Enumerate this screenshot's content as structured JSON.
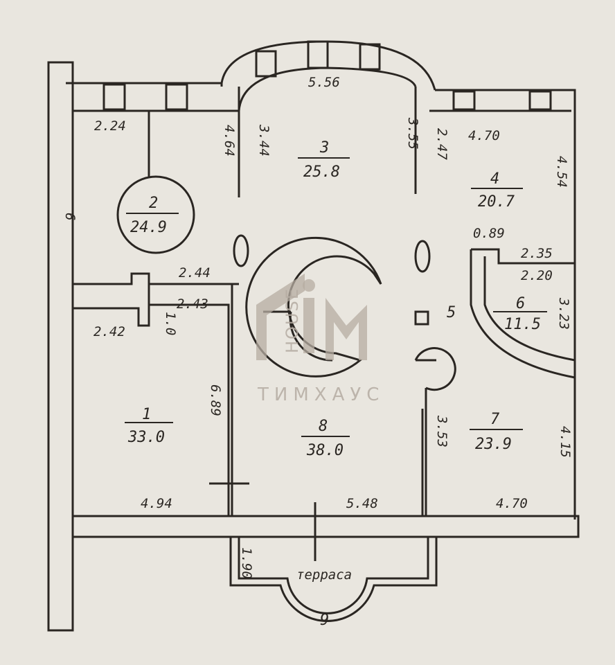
{
  "rooms": [
    {
      "number": "1",
      "area": "33.0"
    },
    {
      "number": "2",
      "area": "24.9"
    },
    {
      "number": "3",
      "area": "25.8"
    },
    {
      "number": "4",
      "area": "20.7"
    },
    {
      "number": "5",
      "area": ""
    },
    {
      "number": "6",
      "area": "11.5"
    },
    {
      "number": "7",
      "area": "23.9"
    },
    {
      "number": "8",
      "area": "38.0"
    },
    {
      "number": "9",
      "area": ""
    }
  ],
  "terrace_label": "терраса",
  "dimensions": {
    "d_556": "5.56",
    "d_224": "2.24",
    "d_464": "4.64",
    "d_344": "3.44",
    "d_355": "3.55",
    "d_247": "2.47",
    "d_470_top": "4.70",
    "d_454": "4.54",
    "d_089": "0.89",
    "d_235": "2.35",
    "d_220": "2.20",
    "d_323": "3.23",
    "d_244": "2.44",
    "d_243": "2.43",
    "d_242": "2.42",
    "d_10": "1.0",
    "d_689": "6.89",
    "d_353": "3.53",
    "d_415": "4.15",
    "d_494": "4.94",
    "d_548": "5.48",
    "d_470_bot": "4.70",
    "d_190": "1.90",
    "d_6": "6"
  },
  "watermark": {
    "logo": "TIM",
    "house": "HOUSE",
    "caption": "ТИМХАУС"
  }
}
